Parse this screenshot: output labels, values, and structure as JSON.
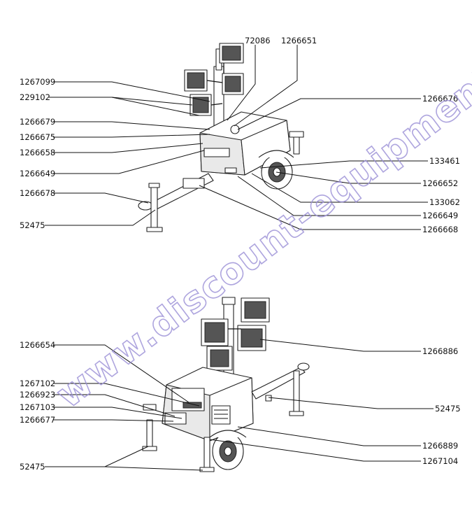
{
  "watermark": "www.discount-equipment.com",
  "upper_view": {
    "callouts_left": [
      "1267099",
      "229102",
      "1266679",
      "1266675",
      "1266658",
      "1266649",
      "1266678",
      "52475"
    ],
    "callouts_top": [
      "72086",
      "1266651"
    ],
    "callouts_right": [
      "1266676",
      "133461",
      "1266652",
      "133062",
      "1266649",
      "1266668"
    ]
  },
  "lower_view": {
    "callouts_left": [
      "1266654",
      "1267102",
      "1266923",
      "1267103",
      "1266677",
      "52475"
    ],
    "callouts_right": [
      "1266886",
      "52475",
      "1266889",
      "1267104"
    ]
  },
  "colors": {
    "line": "#111111",
    "watermark": "#9a8fd6"
  }
}
